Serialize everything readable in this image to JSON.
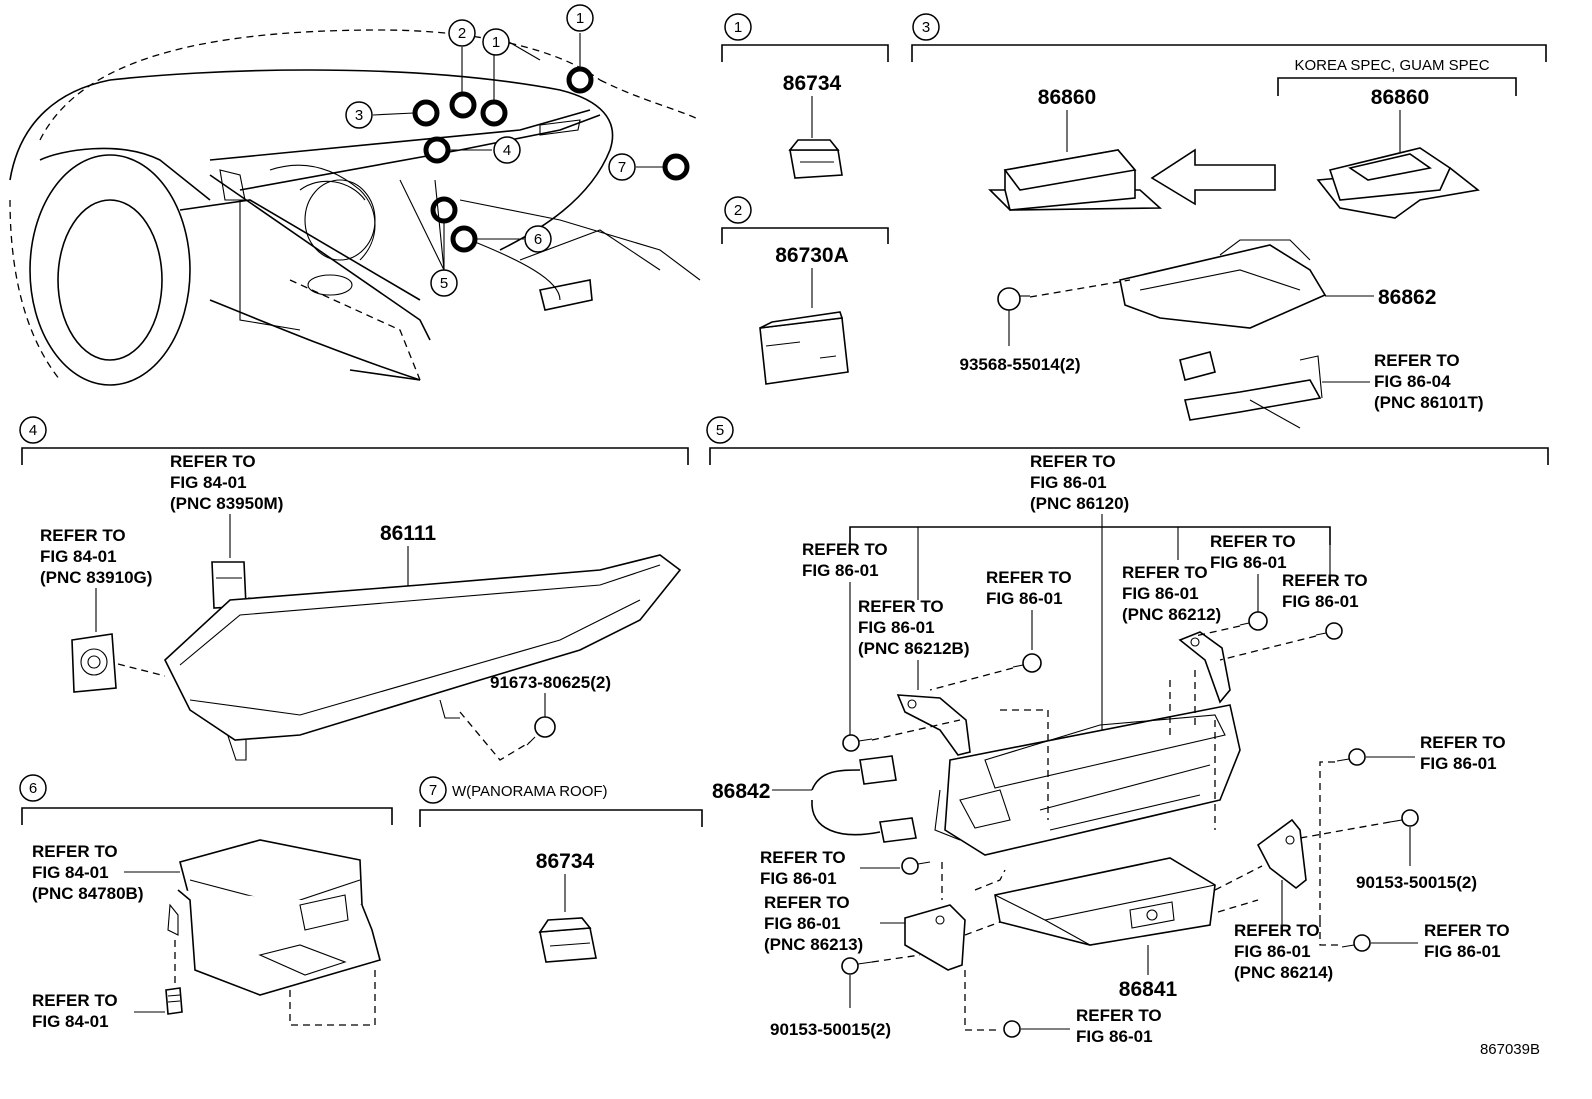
{
  "callouts": {
    "c1": "1",
    "c2": "2",
    "c3": "3",
    "c4": "4",
    "c5": "5",
    "c6": "6",
    "c7": "7"
  },
  "sec1": {
    "part": "86734"
  },
  "sec2": {
    "part": "86730A"
  },
  "sec3": {
    "spec_label": "KOREA SPEC, GUAM SPEC",
    "part_main": "86860",
    "part_spec": "86860",
    "bracket": "86862",
    "screw": "93568-55014(2)",
    "ref": [
      "REFER TO",
      "FIG 86-04",
      "(PNC 86101T)"
    ]
  },
  "sec4": {
    "ref_top": [
      "REFER TO",
      "FIG 84-01",
      "(PNC 83950M)"
    ],
    "ref_left": [
      "REFER TO",
      "FIG 84-01",
      "(PNC 83910G)"
    ],
    "part": "86111",
    "screw": "91673-80625(2)"
  },
  "sec5": {
    "ref_top": [
      "REFER TO",
      "FIG 86-01",
      "(PNC 86120)"
    ],
    "ref_a": [
      "REFER TO",
      "FIG 86-01"
    ],
    "ref_b": [
      "REFER TO",
      "FIG 86-01",
      "(PNC 86212B)"
    ],
    "ref_c": [
      "REFER TO",
      "FIG 86-01"
    ],
    "ref_d": [
      "REFER TO",
      "FIG 86-01",
      "(PNC 86212)"
    ],
    "ref_e": [
      "REFER TO",
      "FIG 86-01"
    ],
    "ref_f": [
      "REFER TO",
      "FIG 86-01"
    ],
    "ref_g": [
      "REFER TO",
      "FIG 86-01"
    ],
    "ref_h": [
      "REFER TO",
      "FIG 86-01"
    ],
    "ref_i": [
      "REFER TO",
      "FIG 86-01",
      "(PNC 86213)"
    ],
    "ref_j": [
      "REFER TO",
      "FIG 86-01",
      "(PNC 86214)"
    ],
    "ref_k": [
      "REFER TO",
      "FIG 86-01"
    ],
    "ref_l": [
      "REFER TO",
      "FIG 86-01"
    ],
    "harness": "86842",
    "unit": "86841",
    "screw_left": "90153-50015(2)",
    "screw_right": "90153-50015(2)"
  },
  "sec6": {
    "ref_top": [
      "REFER TO",
      "FIG 84-01",
      "(PNC 84780B)"
    ],
    "ref_bottom": [
      "REFER TO",
      "FIG 84-01"
    ]
  },
  "sec7": {
    "label": "W(PANORAMA ROOF)",
    "part": "86734"
  },
  "figure_id": "867039B"
}
